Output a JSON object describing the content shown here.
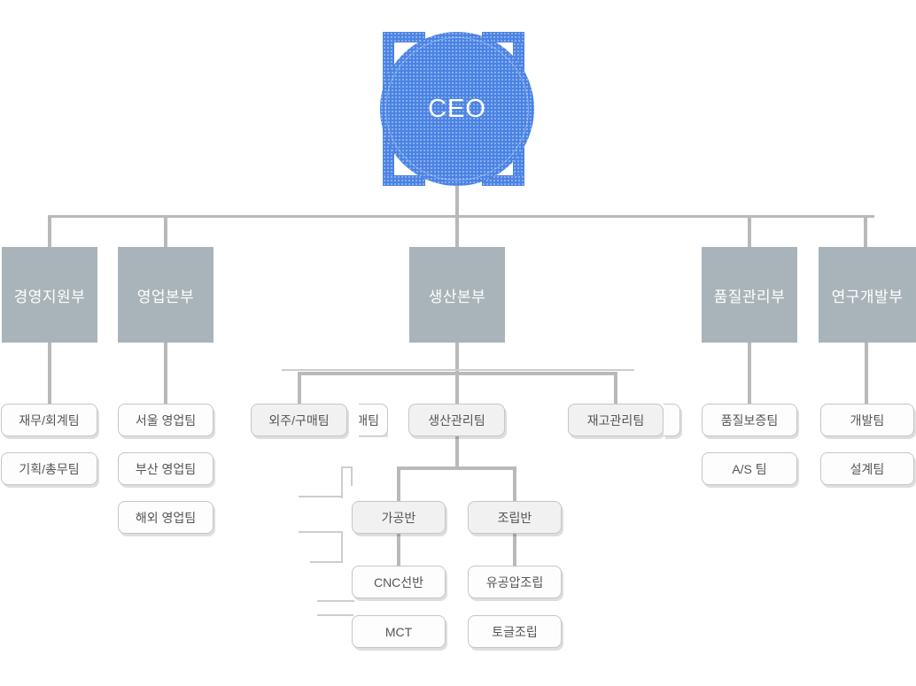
{
  "nodes": {
    "ceo": "CEO",
    "dept_mgmt": "경영지원부",
    "dept_sales": "영업본부",
    "dept_prod": "생산본부",
    "dept_quality": "품질관리부",
    "dept_rnd": "연구개발부",
    "team_finance": "재무/회계팀",
    "team_planning": "기획/총무팀",
    "team_seoul": "서울 영업팀",
    "team_busan": "부산 영업팀",
    "team_overseas": "해외 영업팀",
    "team_outsourcing": "외주/구매팀",
    "team_prod_mgmt": "생산관리팀",
    "team_inventory": "재고관리팀",
    "team_machining": "가공반",
    "team_assembly": "조립반",
    "team_cnc": "CNC선반",
    "team_mct": "MCT",
    "team_hydraulic": "유공압조립",
    "team_toggle": "토글조립",
    "team_qa": "품질보증팀",
    "team_as": "A/S 팀",
    "team_dev": "개발팀",
    "team_design": "설계팀",
    "clipped_fragment": "매팀"
  },
  "hierarchy": {
    "root": "CEO",
    "departments": [
      {
        "label": "경영지원부",
        "teams": [
          "재무/회계팀",
          "기획/총무팀"
        ]
      },
      {
        "label": "영업본부",
        "teams": [
          "서울 영업팀",
          "부산 영업팀",
          "해외 영업팀"
        ]
      },
      {
        "label": "생산본부",
        "teams": [
          "외주/구매팀",
          "생산관리팀",
          "재고관리팀"
        ],
        "subtree": {
          "생산관리팀": [
            {
              "label": "가공반",
              "teams": [
                "CNC선반",
                "MCT"
              ]
            },
            {
              "label": "조립반",
              "teams": [
                "유공압조립",
                "토글조립"
              ]
            }
          ]
        }
      },
      {
        "label": "품질관리부",
        "teams": [
          "품질보증팀",
          "A/S 팀"
        ]
      },
      {
        "label": "연구개발부",
        "teams": [
          "개발팀",
          "설계팀"
        ]
      }
    ]
  },
  "colors": {
    "accent_blue": "#4a83e4",
    "dept_gray": "#a9b4ba",
    "connector_gray": "#b9b9b9",
    "artifact_gray": "#cdcdcd",
    "box_border": "#c6c6c6",
    "box_fill": "#fdfdfd",
    "box_fill_shaded": "#f1f1f2",
    "box_text": "#555555"
  }
}
